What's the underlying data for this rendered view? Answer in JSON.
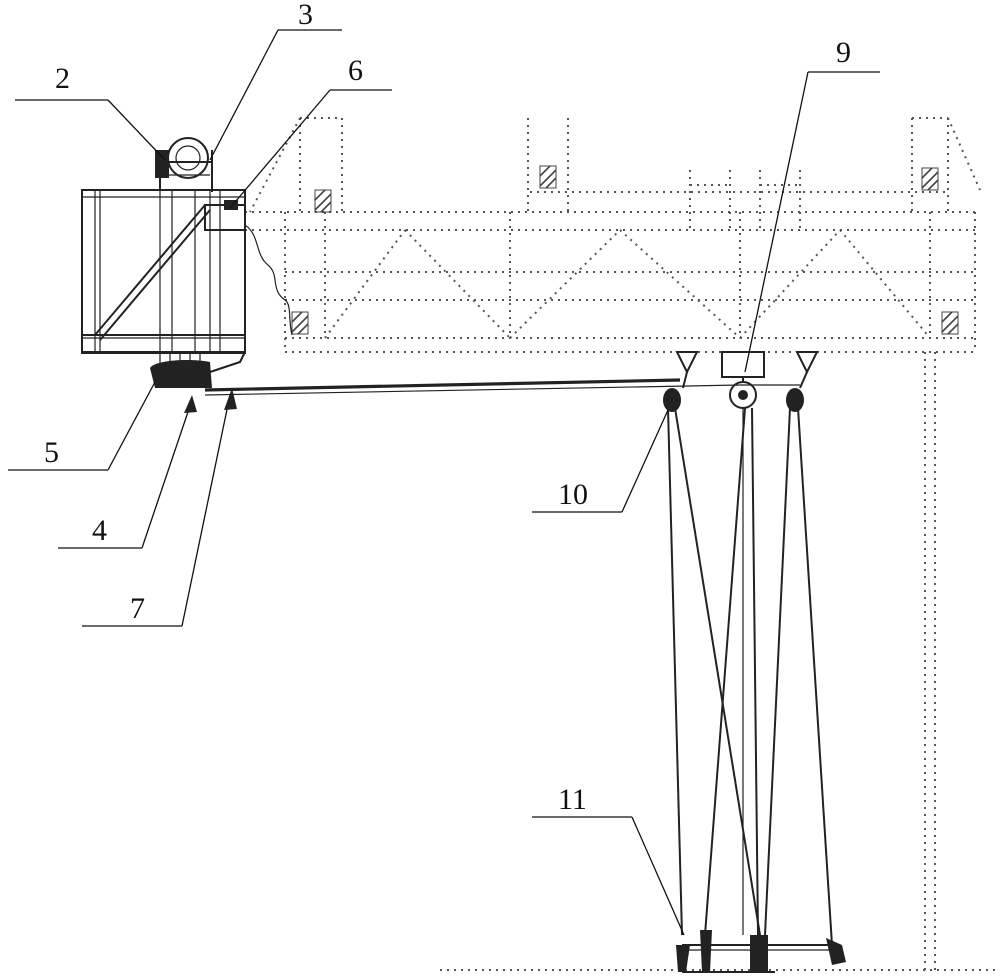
{
  "labels": {
    "l2": "2",
    "l3": "3",
    "l4": "4",
    "l5": "5",
    "l6": "6",
    "l7": "7",
    "l9": "9",
    "l10": "10",
    "l11": "11"
  }
}
